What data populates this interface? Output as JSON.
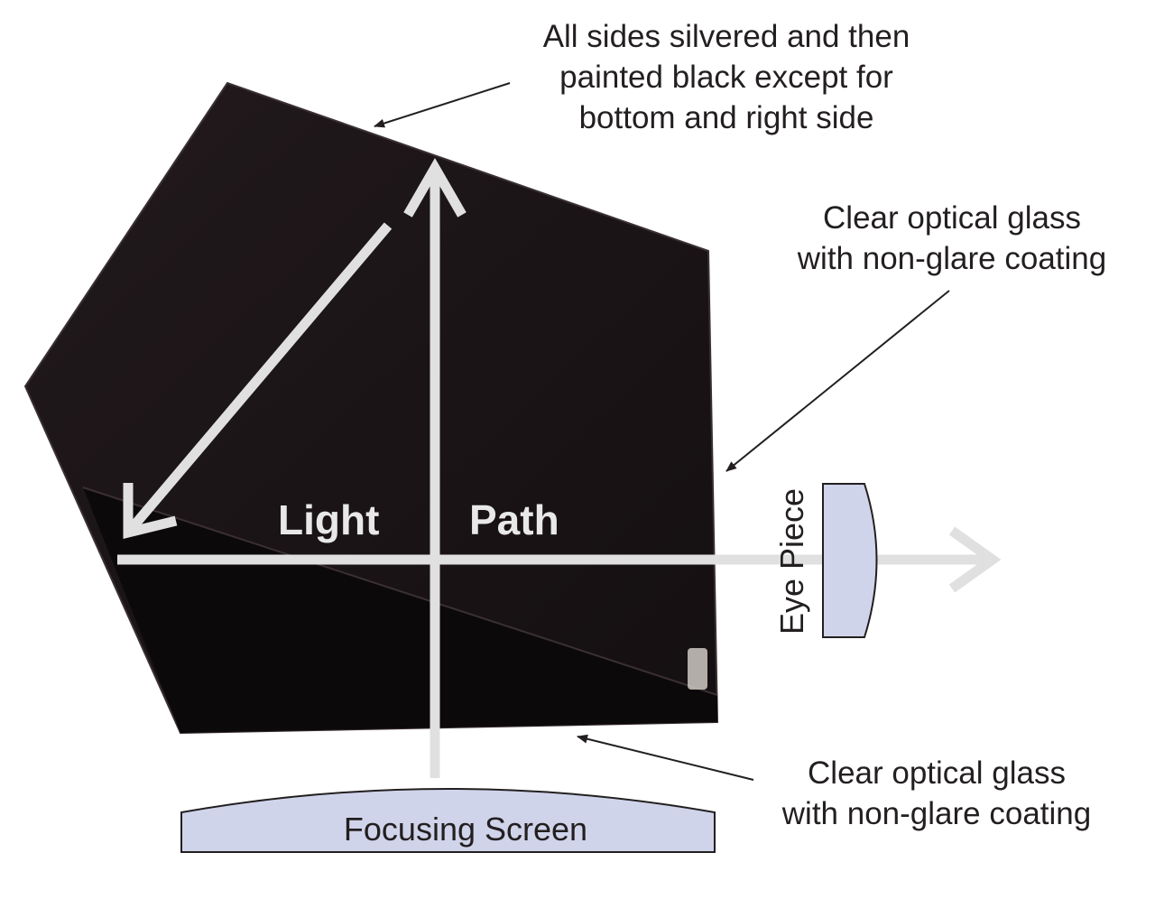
{
  "annotations": {
    "top_note": [
      "All sides silvered and then",
      "painted black except for",
      "bottom and right side"
    ],
    "right_note": [
      "Clear optical glass",
      "with non-glare coating"
    ],
    "bottom_note": [
      "Clear optical glass",
      "with non-glare coating"
    ]
  },
  "light_path": {
    "word1": "Light",
    "word2": "Path"
  },
  "components": {
    "eyepiece_label": "Eye Piece",
    "focusing_screen_label": "Focusing Screen"
  },
  "colors": {
    "prism_dark": "#1c1518",
    "prism_face": "#0f0b0d",
    "light_path": "#e0e0e0",
    "lens_fill": "#d0d4ea",
    "text": "#231f20"
  }
}
